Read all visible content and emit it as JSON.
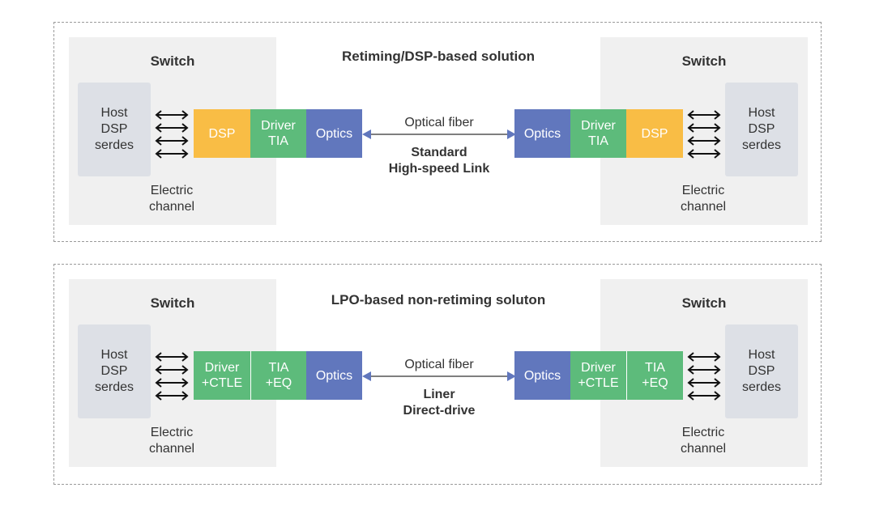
{
  "colors": {
    "dsp": "#f9bd45",
    "green": "#5dbb7b",
    "optics": "#6177bd",
    "switch_bg": "#f0f0f0",
    "host_bg": "#dde0e6",
    "border": "#9a9a9a"
  },
  "top": {
    "title": "Retiming/DSP-based solution",
    "switch_label": "Switch",
    "host": [
      "Host",
      "DSP",
      "serdes"
    ],
    "electric": [
      "Electric",
      "channel"
    ],
    "block1": [
      "DSP"
    ],
    "block2": [
      "Driver",
      "TIA"
    ],
    "optics": "Optics",
    "fiber": "Optical fiber",
    "link": [
      "Standard",
      "High-speed Link"
    ]
  },
  "bottom": {
    "title": "LPO-based non-retiming soluton",
    "switch_label": "Switch",
    "host": [
      "Host",
      "DSP",
      "serdes"
    ],
    "electric": [
      "Electric",
      "channel"
    ],
    "block1": [
      "Driver",
      "+CTLE"
    ],
    "block2": [
      "TIA",
      "+EQ"
    ],
    "optics": "Optics",
    "fiber": "Optical fiber",
    "link": [
      "Liner",
      "Direct-drive"
    ]
  }
}
